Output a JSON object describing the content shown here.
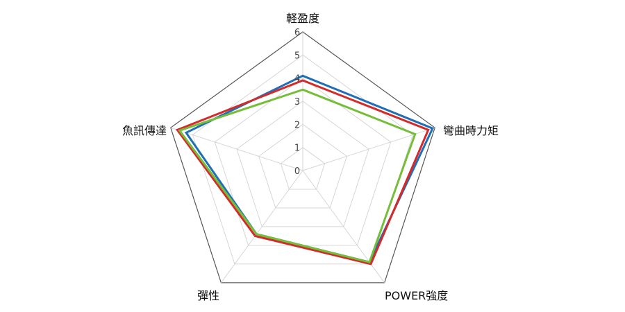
{
  "chart_data": {
    "type": "radar",
    "axes": [
      "軽盈度",
      "彎曲時力矩",
      "POWER強度",
      "彈性",
      "魚訊傳達"
    ],
    "ticks": [
      "0",
      "1",
      "2",
      "3",
      "4",
      "5",
      "6"
    ],
    "rlim": [
      0,
      6
    ],
    "grid": true,
    "legend": "none",
    "series": [
      {
        "color": "#1f6fb8",
        "values": [
          4.1,
          5.9,
          4.9,
          3.4,
          5.3
        ]
      },
      {
        "color": "#d42a2a",
        "values": [
          3.9,
          5.7,
          5.0,
          3.5,
          5.7
        ]
      },
      {
        "color": "#76bd3a",
        "values": [
          3.5,
          5.1,
          4.9,
          3.4,
          5.6
        ]
      }
    ]
  }
}
